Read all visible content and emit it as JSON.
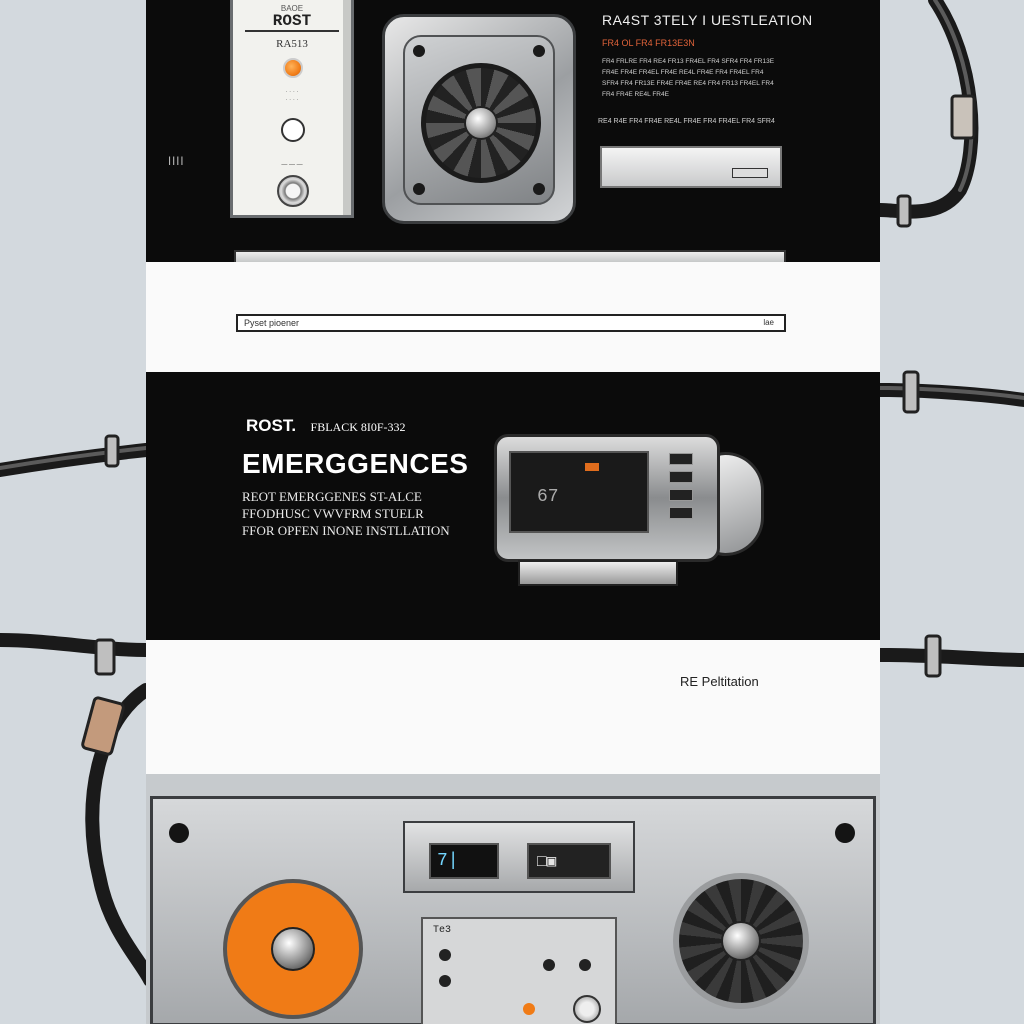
{
  "top": {
    "device_label_small": "BAOE",
    "device_brand": "ROST",
    "device_model": "RA513",
    "title": "RA4ST 3TELY I UESTLEATION",
    "subtitle": "FR4 OL FR4 FR13E3N",
    "paragraph": "FR4 FRLRE FR4 RE4 FR13 FR4EL FR4 SFR4 FR4 FR13E FR4E FR4E FR4EL FR4E RE4L FR4E FR4 FR4EL FR4 SFR4 FR4 FR13E FR4E FR4E RE4 FR4 FR13 FR4EL FR4 FR4 FR4E RE4L FR4E",
    "paragraph_2": "RE4 R4E FR4 FR4E RE4L FR4E FR4 FR4EL FR4 SFR4"
  },
  "input": {
    "placeholder": "Pyset pioener",
    "tag": "lae"
  },
  "mid": {
    "brand": "ROST.",
    "model": "FBLACK 8I0F-332",
    "headline": "EMERGGENCES",
    "desc_line_1": "REOT EMERGGENES ST-ALCE",
    "desc_line_2": "FFODHUSC VWVFRM STUELR",
    "desc_line_3": "FFOR OPFEN INONE INSTLLATION",
    "readout": "67"
  },
  "white2": {
    "label": "RE Peltitation"
  },
  "bottom": {
    "lcd_1": "7|",
    "lcd_2": "□▣",
    "control_label": "Te3"
  },
  "colors": {
    "accent_orange": "#f07b16",
    "lcd_blue": "#73d6ff",
    "panel_black": "#0b0b0b",
    "background": "#d3d9de"
  }
}
